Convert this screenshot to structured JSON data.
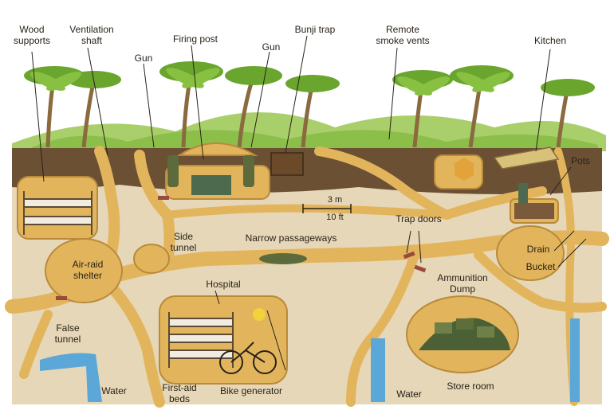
{
  "labels": {
    "wood_supports": "Wood\nsupports",
    "ventilation_shaft": "Ventilation\nshaft",
    "gun_left": "Gun",
    "firing_post": "Firing post",
    "gun_right": "Gun",
    "bunji_trap": "Bunji trap",
    "remote_smoke_vents": "Remote\nsmoke vents",
    "kitchen": "Kitchen",
    "pots": "Pots",
    "scale_m": "3 m",
    "scale_ft": "10 ft",
    "side_tunnel": "Side\ntunnel",
    "narrow_passageways": "Narrow passageways",
    "trap_doors": "Trap doors",
    "air_raid_shelter": "Air-raid\nshelter",
    "drain": "Drain",
    "bucket": "Bucket",
    "hospital": "Hospital",
    "ammunition_dump": "Ammunition\nDump",
    "false_tunnel": "False\ntunnel",
    "water_left": "Water",
    "first_aid_beds": "First-aid\nbeds",
    "bike_generator": "Bike generator",
    "water_right": "Water",
    "store_room": "Store room"
  },
  "colors": {
    "sky": "#ffffff",
    "palm_green": "#7fb03a",
    "soil_dark": "#6b5034",
    "ground": "#e6d7b8",
    "tunnel": "#e2b55c",
    "tunnel_edge": "#b98a3a",
    "water": "#5aa7d8",
    "ammo": "#4b6034",
    "label_text": "#2a2218"
  }
}
